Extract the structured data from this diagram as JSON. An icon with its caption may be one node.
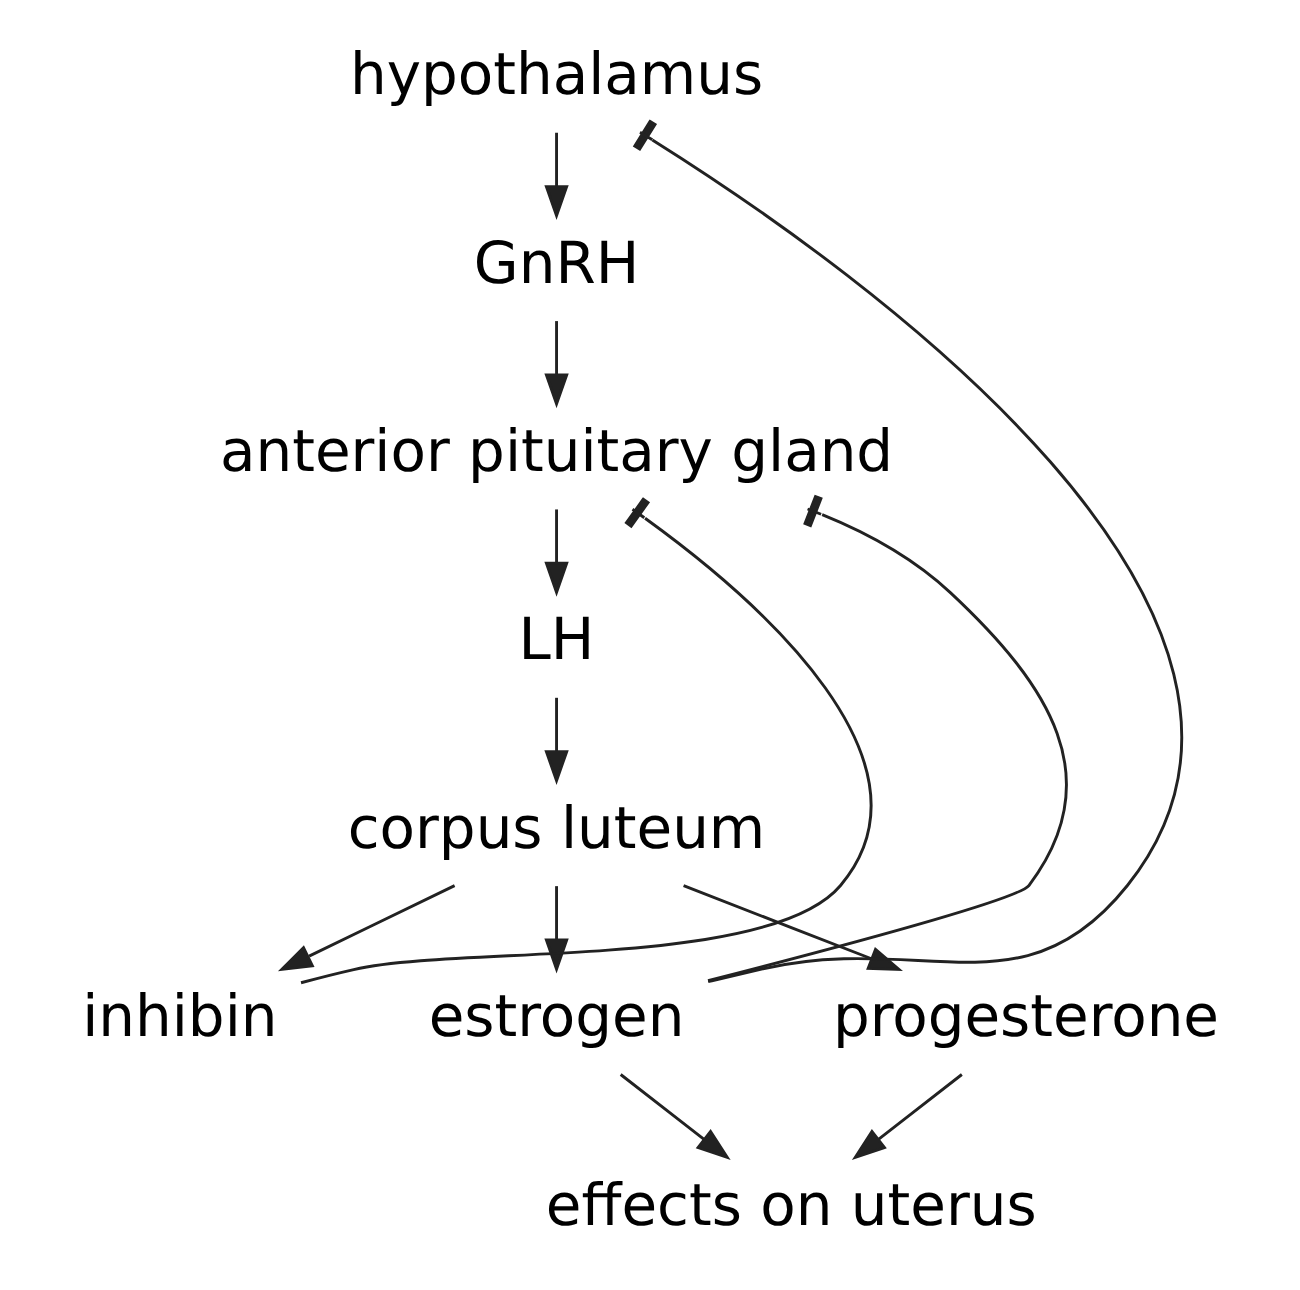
{
  "diagram": {
    "nodes": [
      {
        "text": [
          "hypothalamus"
        ]
      },
      {
        "text": [
          "GnRH"
        ]
      },
      {
        "text": [
          "anterior pituitary gland"
        ]
      },
      {
        "text": [
          "LH"
        ]
      },
      {
        "text": [
          "corpus luteum"
        ]
      },
      {
        "text": [
          "inhibin"
        ]
      },
      {
        "text": [
          "estrogen"
        ]
      },
      {
        "text": [
          "progesterone"
        ]
      },
      {
        "text": [
          "effects on uterus"
        ]
      }
    ],
    "edges": [
      {
        "from": 0,
        "to": 1,
        "arrow": "to"
      },
      {
        "from": 1,
        "to": 2,
        "arrow": "to"
      },
      {
        "from": 2,
        "to": 3,
        "arrow": "to"
      },
      {
        "from": 3,
        "to": 4,
        "arrow": "to"
      },
      {
        "from": 4,
        "to": 5,
        "arrow": "to"
      },
      {
        "from": 4,
        "to": 7,
        "arrow": "to"
      },
      {
        "from": 4,
        "to": 6,
        "arrow": "to"
      },
      {
        "from": 7,
        "to": 8,
        "arrow": "to"
      },
      {
        "from": 6,
        "to": 8,
        "arrow": "to"
      },
      {
        "from": 5,
        "to": 2,
        "arrow": "other"
      },
      {
        "from": 6,
        "to": 2,
        "arrow": "other"
      },
      {
        "from": 6,
        "to": 0,
        "arrow": "other"
      }
    ]
  }
}
